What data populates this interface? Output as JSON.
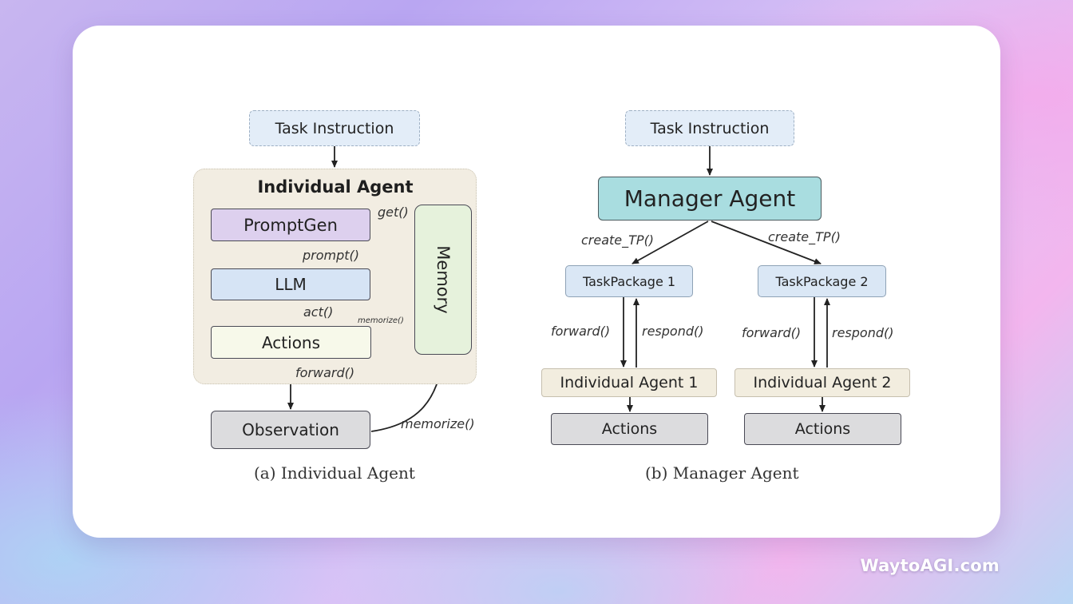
{
  "individual": {
    "task_instruction": "Task Instruction",
    "group_title": "Individual Agent",
    "promptgen": "PromptGen",
    "llm": "LLM",
    "actions": "Actions",
    "memory": "Memory",
    "observation": "Observation",
    "edge_get": "get()",
    "edge_prompt": "prompt()",
    "edge_act": "act()",
    "edge_memorize_small": "memorize()",
    "edge_forward": "forward()",
    "edge_memorize": "memorize()",
    "caption": "(a) Individual Agent"
  },
  "manager": {
    "task_instruction": "Task Instruction",
    "manager_agent": "Manager Agent",
    "create_tp_left": "create_TP()",
    "create_tp_right": "create_TP()",
    "taskpackage_1": "TaskPackage 1",
    "taskpackage_2": "TaskPackage 2",
    "forward_1": "forward()",
    "respond_1": "respond()",
    "forward_2": "forward()",
    "respond_2": "respond()",
    "individual_agent_1": "Individual Agent 1",
    "individual_agent_2": "Individual Agent 2",
    "actions_1": "Actions",
    "actions_2": "Actions",
    "caption": "(b) Manager Agent"
  },
  "watermark": "WaytoAGI.com",
  "colors": {
    "task_instruction_fill": "#e3edf8",
    "group_fill": "#f2ede2",
    "promptgen_fill": "#ddd0ee",
    "llm_fill": "#d6e4f5",
    "actions_fill": "#f7f9ea",
    "memory_fill": "#e6f2dc",
    "observation_fill": "#dcdcde",
    "manager_fill": "#a9dde0",
    "taskpackage_fill": "#dae7f5",
    "agent_fill": "#f2eddf"
  }
}
